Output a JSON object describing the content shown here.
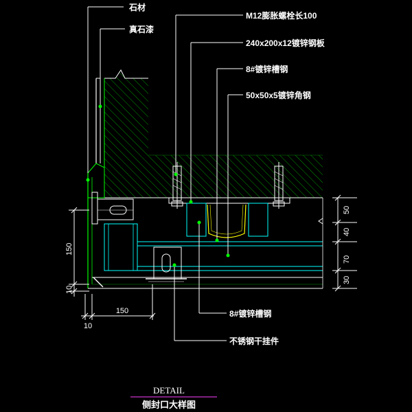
{
  "labels": {
    "stone": "石材",
    "real_stone_paint": "真石漆",
    "bolt": "M12膨胀螺栓长100",
    "steel_plate": "240x200x12镀锌钢板",
    "channel_top": "8#镀锌槽钢",
    "angle": "50x50x5镀锌角钢",
    "channel_bottom": "8#镀锌槽钢",
    "hanger": "不锈钢干挂件"
  },
  "dimensions": {
    "right_50": "50",
    "right_40": "40",
    "right_70": "70",
    "right_30": "30",
    "left_150": "150",
    "left_10": "10",
    "bottom_150": "150",
    "bottom_10": "10"
  },
  "title": {
    "en": "DETAIL",
    "cn": "侧封口大样图"
  },
  "colors": {
    "background": "#000000",
    "structure": "#00ff00",
    "section": "#00ffff",
    "leader": "#ffffff",
    "text": "#ffffff",
    "title_underline": "#cc33cc"
  }
}
